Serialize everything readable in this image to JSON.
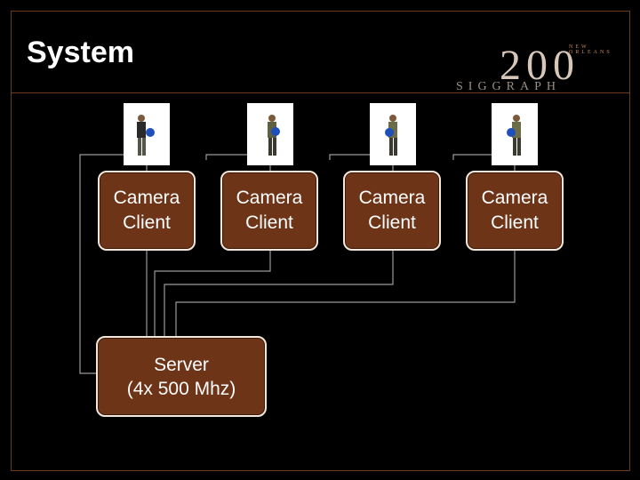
{
  "slide": {
    "title": "System",
    "logo": {
      "city": "NEW ORLEANS",
      "year": "200",
      "word": "SIGGRAPH",
      "moon_color": "#c98a59"
    }
  },
  "diagram": {
    "clients": [
      {
        "line1": "Camera",
        "line2": "Client"
      },
      {
        "line1": "Camera",
        "line2": "Client"
      },
      {
        "line1": "Camera",
        "line2": "Client"
      },
      {
        "line1": "Camera",
        "line2": "Client"
      }
    ],
    "server": {
      "line1": "Server",
      "line2": "(4x 500 Mhz)"
    },
    "colors": {
      "box_fill": "#6e3418",
      "box_border": "#f3e7dc",
      "frame": "#6b3a1c",
      "wire": "#9a9a9a"
    }
  }
}
